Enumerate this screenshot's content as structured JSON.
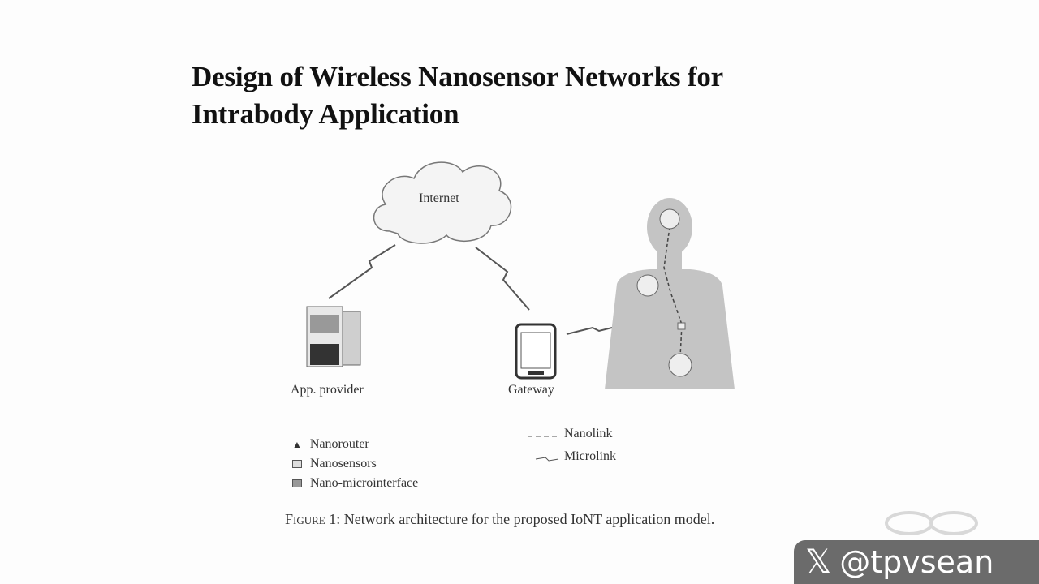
{
  "title": "Design of Wireless Nanosensor Networks for Intrabody Application",
  "title_lines": [
    "Design of Wireless Nanosensor Networks for",
    "Intrabody Application"
  ],
  "figure": {
    "cloud_label": "Internet",
    "app_provider_label": "App. provider",
    "gateway_label": "Gateway",
    "legend_left": [
      "Nanorouter",
      "Nanosensors",
      "Nano-microinterface"
    ],
    "legend_right": [
      "Nanolink",
      "Microlink"
    ],
    "caption_prefix": "Figure 1:",
    "caption_text": "Network architecture for the proposed IoNT application model."
  },
  "watermark": {
    "handle": "@tpvsean",
    "icon": "x-logo-icon"
  }
}
